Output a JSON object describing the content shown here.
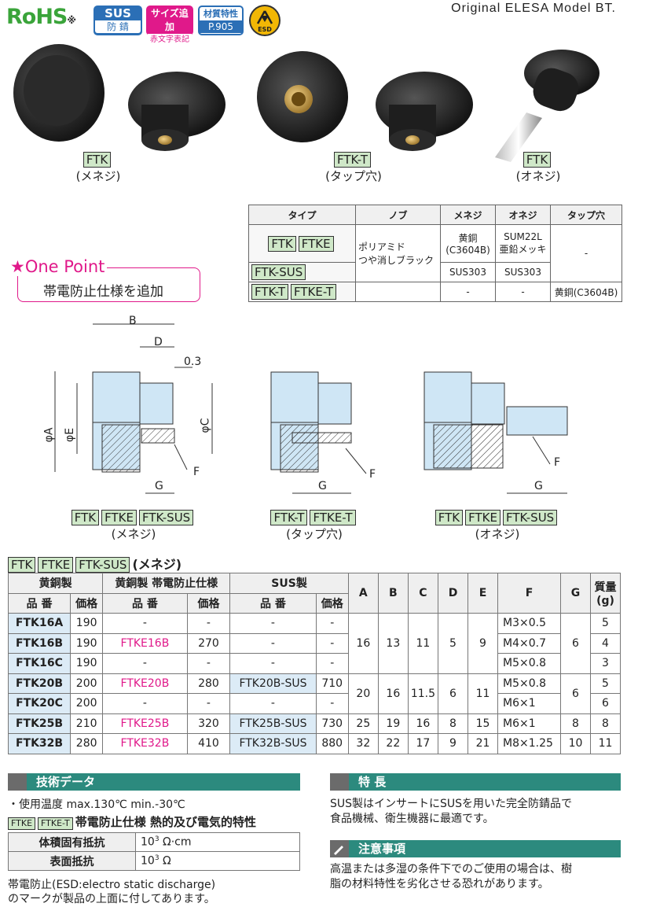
{
  "header": {
    "rohs": "RoHS",
    "rohs_mark": "※",
    "sus_top": "SUS",
    "sus_bottom": "防 錆",
    "size_top": "サイズ追加",
    "size_bottom": "赤文字表記",
    "material_top": "材質特性",
    "material_bottom": "P.905",
    "esd": "ESD",
    "title": "Original ELESA Model BT."
  },
  "photos": [
    {
      "code": "FTK",
      "type": "(メネジ)"
    },
    {
      "code": "FTK-T",
      "type": "(タップ穴)"
    },
    {
      "code": "FTK",
      "type": "(オネジ)"
    }
  ],
  "spec_table": {
    "headers": [
      "タイプ",
      "ノブ",
      "メネジ",
      "オネジ",
      "タップ穴"
    ],
    "knob": "ポリアミド\nつや消しブラック",
    "rows": [
      {
        "types": [
          "FTK",
          "FTKE"
        ],
        "female": "黄銅\n(C3604B)",
        "male": "SUM22L\n亜鉛メッキ",
        "tap": "-"
      },
      {
        "types": [
          "FTK-SUS"
        ],
        "female": "SUS303",
        "male": "SUS303"
      },
      {
        "types": [
          "FTK-T",
          "FTKE-T"
        ],
        "female": "-",
        "male": "-",
        "tap": "黄銅(C3604B)"
      }
    ]
  },
  "one_point": {
    "title": "★One Point",
    "text": "帯電防止仕様を追加"
  },
  "drawing": {
    "B": "B",
    "D": "D",
    "gap": "0.3",
    "phiA": "φA",
    "phiE": "φE",
    "phiC": "φC",
    "G": "G",
    "F": "F"
  },
  "drawing_labels": [
    {
      "codes": [
        "FTK",
        "FTKE",
        "FTK-SUS"
      ],
      "type": "(メネジ)"
    },
    {
      "codes": [
        "FTK-T",
        "FTKE-T"
      ],
      "type": "(タップ穴)"
    },
    {
      "codes": [
        "FTK",
        "FTKE",
        "FTK-SUS"
      ],
      "type": "(オネジ)"
    }
  ],
  "table_title": {
    "codes": [
      "FTK",
      "FTKE",
      "FTK-SUS"
    ],
    "type": "(メネジ)"
  },
  "main_table": {
    "group_headers": [
      "黄銅製",
      "黄銅製 帯電防止仕様",
      "SUS製"
    ],
    "sub_headers": [
      "品 番",
      "価格",
      "品 番",
      "価格",
      "品 番",
      "価格"
    ],
    "dim_headers": [
      "A",
      "B",
      "C",
      "D",
      "E",
      "F",
      "G",
      "質量\n(g)"
    ],
    "rows": [
      [
        "FTK16A",
        "190",
        "-",
        "-",
        "-",
        "-",
        "M3×0.5",
        "5"
      ],
      [
        "FTK16B",
        "190",
        "FTKE16B",
        "270",
        "-",
        "-",
        "M4×0.7",
        "4"
      ],
      [
        "FTK16C",
        "190",
        "-",
        "-",
        "-",
        "-",
        "M5×0.8",
        "3"
      ],
      [
        "FTK20B",
        "200",
        "FTKE20B",
        "280",
        "FTK20B-SUS",
        "710",
        "M5×0.8",
        "5"
      ],
      [
        "FTK20C",
        "200",
        "-",
        "-",
        "-",
        "-",
        "M6×1",
        "6"
      ],
      [
        "FTK25B",
        "210",
        "FTKE25B",
        "320",
        "FTK25B-SUS",
        "730",
        "M6×1",
        "8"
      ],
      [
        "FTK32B",
        "280",
        "FTKE32B",
        "410",
        "FTK32B-SUS",
        "880",
        "M8×1.25",
        "11"
      ]
    ],
    "dims_16": {
      "A": "16",
      "B": "13",
      "C": "11",
      "D": "5",
      "E": "9",
      "G": "6"
    },
    "dims_20": {
      "A": "20",
      "B": "16",
      "C": "11.5",
      "D": "6",
      "E": "11",
      "G": "6"
    },
    "dims_25": {
      "A": "25",
      "B": "19",
      "C": "16",
      "D": "8",
      "E": "15",
      "G": "8"
    },
    "dims_32": {
      "A": "32",
      "B": "22",
      "C": "17",
      "D": "9",
      "E": "21",
      "G": "10"
    }
  },
  "tech": {
    "heading": "技術データ",
    "temp": "・使用温度 max.130℃ min.-30℃",
    "esd_codes": [
      "FTKE",
      "FTKE-T"
    ],
    "esd_title": "帯電防止仕様 熱的及び電気的特性",
    "rows": [
      {
        "label": "体積固有抵抗",
        "base": "10",
        "exp": "3",
        "unit": " Ω·cm"
      },
      {
        "label": "表面抵抗",
        "base": "10",
        "exp": "3",
        "unit": " Ω"
      }
    ],
    "note1": "帯電防止(ESD:electro static discharge)",
    "note2": "のマークが製品の上面に付してあります。"
  },
  "features": {
    "heading": "特 長",
    "text1": "SUS製はインサートにSUSを用いた完全防錆品で",
    "text2": "食品機械、衛生機器に最適です。"
  },
  "caution": {
    "heading": "注意事項",
    "text1": "高温または多湿の条件下でのご使用の場合は、樹",
    "text2": "脂の材料特性を劣化させる恐れがあります。"
  }
}
